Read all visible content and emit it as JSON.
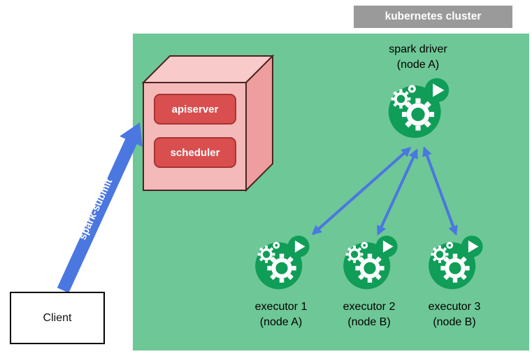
{
  "cluster_label": "kubernetes cluster",
  "control_plane": {
    "apiserver_label": "apiserver",
    "scheduler_label": "scheduler"
  },
  "spark_driver": {
    "name": "spark driver",
    "node": "(node A)"
  },
  "executors": [
    {
      "name": "executor 1",
      "node": "(node A)"
    },
    {
      "name": "executor 2",
      "node": "(node B)"
    },
    {
      "name": "executor 3",
      "node": "(node B)"
    }
  ],
  "client": {
    "label": "Client"
  },
  "spark_submit": {
    "label": "spark-submit"
  },
  "colors": {
    "cluster_bg": "#6ec796",
    "pod_green": "#0f9d58",
    "arrow_blue": "#4a77e0",
    "cube_front": "#f4b9b9",
    "cube_top": "#f8caca",
    "cube_side": "#ee9e9e",
    "component_red": "#d94f4f",
    "label_gray": "#9a9a9a"
  }
}
